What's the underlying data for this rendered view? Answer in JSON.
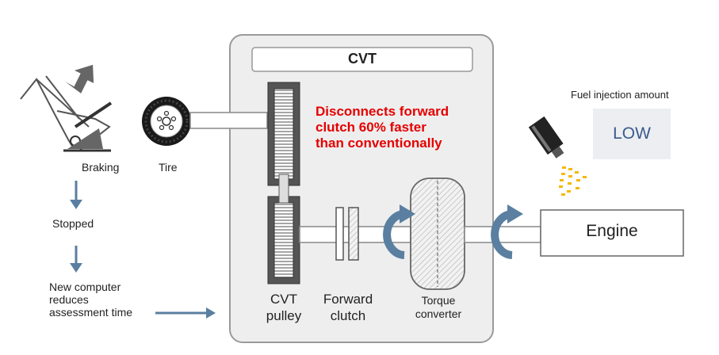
{
  "cvt_box": {
    "title": "CVT"
  },
  "left_flow": {
    "braking": "Braking",
    "tire": "Tire",
    "stopped": "Stopped",
    "computer_lines": [
      "New computer",
      "reduces",
      "assessment time"
    ]
  },
  "callout": {
    "lines": [
      "Disconnects forward",
      "clutch 60% faster",
      "than conventionally"
    ],
    "color": "#e60000"
  },
  "components": {
    "cvt_pulley": [
      "CVT",
      "pulley"
    ],
    "forward_clutch": [
      "Forward",
      "clutch"
    ],
    "torque_converter": [
      "Torque",
      "converter"
    ],
    "engine": "Engine"
  },
  "fuel": {
    "title": "Fuel injection amount",
    "value": "LOW",
    "value_color": "#3a5a8c",
    "spray_color": "#f5b800"
  },
  "colors": {
    "arrow_blue": "#5a7fa0",
    "box_border": "#9a9a9a",
    "box_fill": "#eeeeee"
  }
}
